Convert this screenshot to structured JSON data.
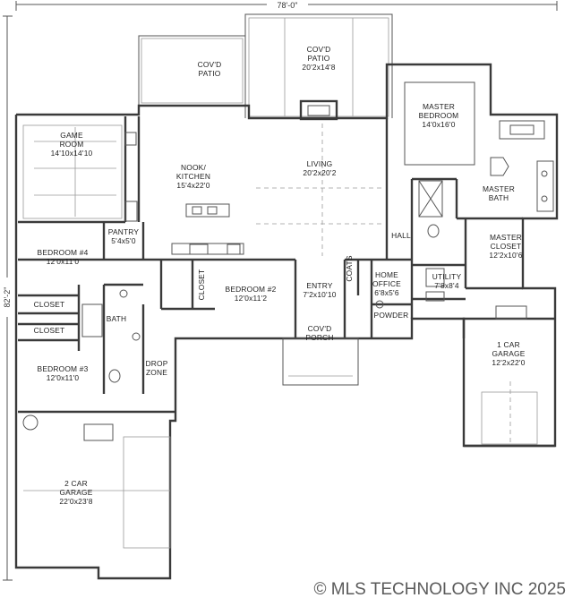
{
  "dimensions": {
    "width_label": "78'-0\"",
    "depth_label": "82'-2\""
  },
  "rooms": [
    {
      "id": "covd-patio-left",
      "lines": [
        "COV'D",
        "PATIO"
      ]
    },
    {
      "id": "covd-patio",
      "lines": [
        "COV'D",
        "PATIO",
        "20'2x14'8"
      ]
    },
    {
      "id": "master-bedroom",
      "lines": [
        "MASTER",
        "BEDROOM",
        "14'0x16'0"
      ]
    },
    {
      "id": "game-room",
      "lines": [
        "GAME",
        "ROOM",
        "14'10x14'10"
      ]
    },
    {
      "id": "nook-kitchen",
      "lines": [
        "NOOK/",
        "KITCHEN",
        "15'4x22'0"
      ]
    },
    {
      "id": "living",
      "lines": [
        "LIVING",
        "20'2x20'2"
      ]
    },
    {
      "id": "master-bath",
      "lines": [
        "MASTER",
        "BATH"
      ]
    },
    {
      "id": "master-closet",
      "lines": [
        "MASTER",
        "CLOSET",
        "12'2x10'6"
      ]
    },
    {
      "id": "hall",
      "lines": [
        "HALL"
      ]
    },
    {
      "id": "pantry",
      "lines": [
        "PANTRY",
        "5'4x5'0"
      ]
    },
    {
      "id": "bedroom-4",
      "lines": [
        "BEDROOM #4",
        "12'0x11'0"
      ]
    },
    {
      "id": "bedroom-2",
      "lines": [
        "BEDROOM #2",
        "12'0x11'2"
      ]
    },
    {
      "id": "entry",
      "lines": [
        "ENTRY",
        "7'2x10'10"
      ]
    },
    {
      "id": "home-office",
      "lines": [
        "HOME",
        "OFFICE",
        "6'8x5'6"
      ]
    },
    {
      "id": "utility",
      "lines": [
        "UTILITY",
        "7'8x8'4"
      ]
    },
    {
      "id": "closet-b4",
      "lines": [
        "CLOSET"
      ]
    },
    {
      "id": "closet-b3",
      "lines": [
        "CLOSET"
      ]
    },
    {
      "id": "bath",
      "lines": [
        "BATH"
      ]
    },
    {
      "id": "powder",
      "lines": [
        "POWDER"
      ]
    },
    {
      "id": "bedroom-3",
      "lines": [
        "BEDROOM #3",
        "12'0x11'0"
      ]
    },
    {
      "id": "drop-zone",
      "lines": [
        "DROP",
        "ZONE"
      ]
    },
    {
      "id": "covd-porch",
      "lines": [
        "COV'D",
        "PORCH"
      ]
    },
    {
      "id": "one-car-garage",
      "lines": [
        "1 CAR",
        "GARAGE",
        "12'2x22'0"
      ]
    },
    {
      "id": "two-car-garage",
      "lines": [
        "2 CAR",
        "GARAGE",
        "22'0x23'8"
      ]
    }
  ],
  "vertical_labels": [
    {
      "id": "closet-b2",
      "text": "CLOSET"
    },
    {
      "id": "coats",
      "text": "COATS"
    }
  ],
  "watermark": "© MLS TECHNOLOGY INC 2025"
}
